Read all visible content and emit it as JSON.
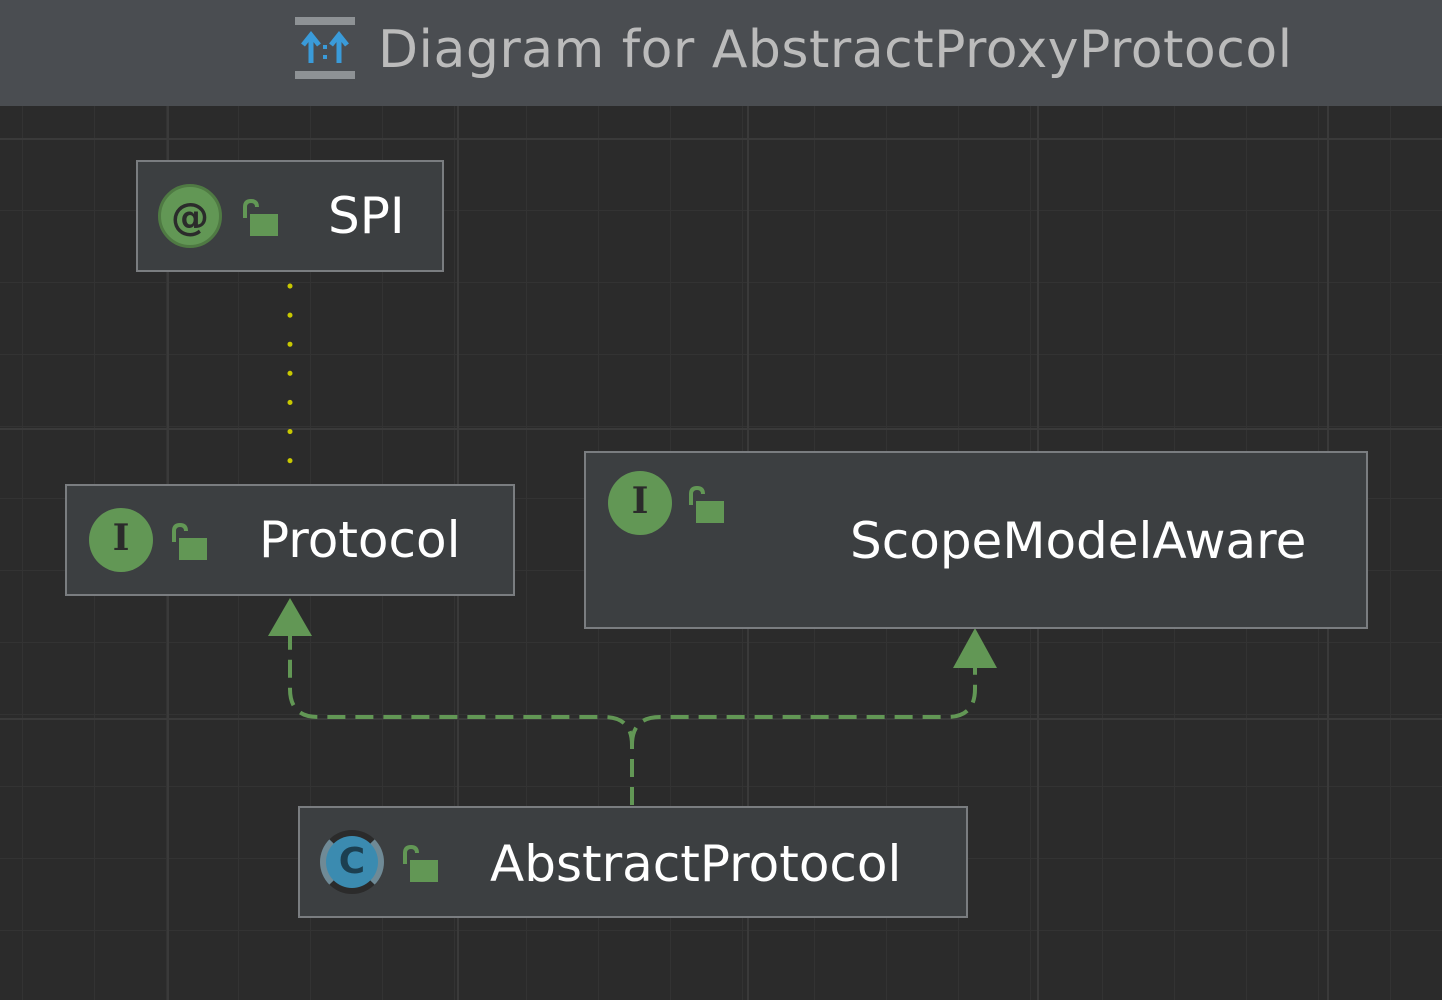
{
  "header": {
    "title": "Diagram for AbstractProxyProtocol",
    "icon": "diagram-hierarchy-icon"
  },
  "colors": {
    "background": "#2b2b2b",
    "header": "#4a4d51",
    "node": "#3c3f41",
    "node_border": "#7a7d80",
    "green_badge": "#629755",
    "class_badge": "#3b8bb0",
    "implements_edge": "#629755",
    "annotation_edge": "#c8c800"
  },
  "nodes": {
    "spi": {
      "name": "SPI",
      "kind": "annotation",
      "badge": "@",
      "icon": "annotation-icon",
      "access_icon": "public-lock-icon"
    },
    "protocol": {
      "name": "Protocol",
      "kind": "interface",
      "badge": "I",
      "icon": "interface-icon",
      "access_icon": "public-lock-icon"
    },
    "scope": {
      "name": "ScopeModelAware",
      "kind": "interface",
      "badge": "I",
      "icon": "interface-icon",
      "access_icon": "public-lock-icon"
    },
    "abstract": {
      "name": "AbstractProtocol",
      "kind": "abstract-class",
      "badge": "C",
      "icon": "abstract-class-icon",
      "access_icon": "public-lock-icon"
    }
  },
  "edges": [
    {
      "from": "SPI",
      "to": "Protocol",
      "type": "annotated-by",
      "style": "dotted"
    },
    {
      "from": "AbstractProtocol",
      "to": "Protocol",
      "type": "implements",
      "style": "dashed-arrow"
    },
    {
      "from": "AbstractProtocol",
      "to": "ScopeModelAware",
      "type": "implements",
      "style": "dashed-arrow"
    }
  ]
}
